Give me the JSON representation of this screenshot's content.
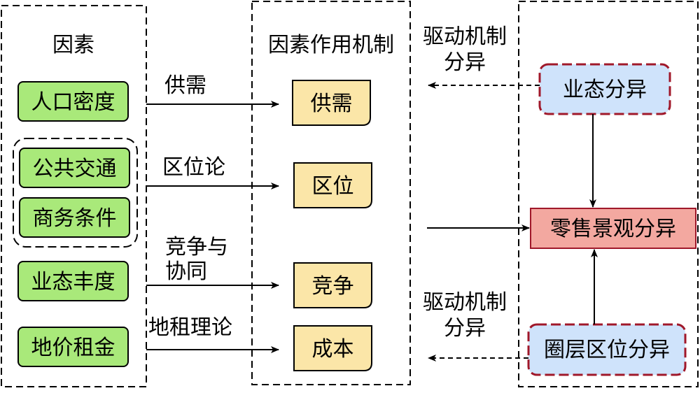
{
  "columns": {
    "factors": "因素",
    "mechanisms": "因素作用机制"
  },
  "factors": [
    {
      "id": "pop",
      "label": "人口密度"
    },
    {
      "id": "transit",
      "label": "公共交通"
    },
    {
      "id": "business",
      "label": "商务条件"
    },
    {
      "id": "richness",
      "label": "业态丰度"
    },
    {
      "id": "rent",
      "label": "地价租金"
    }
  ],
  "theories": [
    "供需",
    "区位论",
    "竞争与",
    "协同",
    "地租理论"
  ],
  "mechanisms": [
    {
      "id": "supply",
      "label": "供需"
    },
    {
      "id": "location",
      "label": "区位"
    },
    {
      "id": "competition",
      "label": "竞争"
    },
    {
      "id": "cost",
      "label": "成本"
    }
  ],
  "driver_labels": {
    "top": [
      "驱动机制",
      "分异"
    ],
    "bottom": [
      "驱动机制",
      "分异"
    ]
  },
  "right": {
    "format": "业态分异",
    "retail": "零售景观分异",
    "circle": "圈层区位分异"
  },
  "colors": {
    "factor_fill": "#a9e97a",
    "mechanism_fill": "#fbe6a8",
    "blue_fill": "#cfe3fb",
    "red_fill": "#f3a8a0",
    "red_stroke": "#a0182a"
  }
}
